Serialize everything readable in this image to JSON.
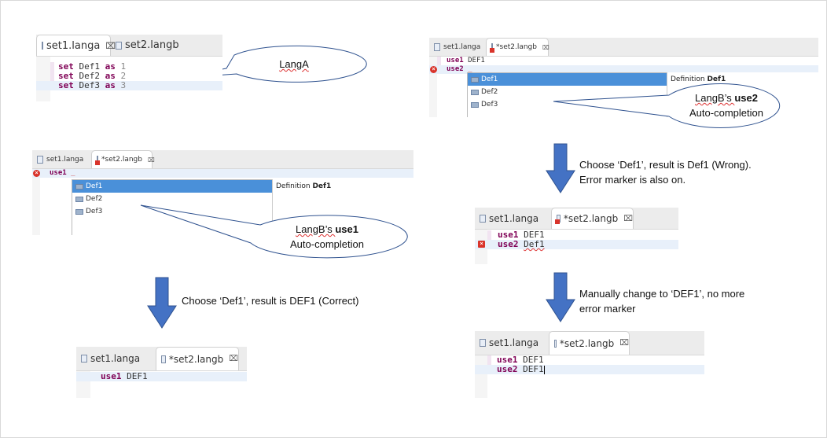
{
  "panels": [
    {
      "id": "langa-editor",
      "tabs": [
        {
          "label": "set1.langa",
          "active": true,
          "close": "⌧",
          "err": false
        },
        {
          "label": "set2.langb",
          "active": false,
          "err": false
        }
      ],
      "lines": [
        {
          "kw": "set",
          "name": "Def1",
          "kw2": "as",
          "num": "1"
        },
        {
          "kw": "set",
          "name": "Def2",
          "kw2": "as",
          "num": "2"
        },
        {
          "kw": "set",
          "name": "Def3",
          "kw2": "as",
          "num": "3",
          "hl": true
        }
      ]
    },
    {
      "id": "use2-completion-editor",
      "tabs": [
        {
          "label": "set1.langa",
          "active": false,
          "err": false
        },
        {
          "label": "*set2.langb",
          "active": true,
          "close": "⌧",
          "err": true
        }
      ],
      "lines": [
        {
          "kw": "use1",
          "name": "DEF1"
        },
        {
          "kw": "use2",
          "name": "_",
          "hl": true,
          "error": true
        }
      ],
      "popup": {
        "items": [
          "Def1",
          "Def2",
          "Def3"
        ],
        "selected": 0,
        "definition_label": "Definition",
        "definition_value": "Def1"
      }
    },
    {
      "id": "use1-completion-editor",
      "tabs": [
        {
          "label": "set1.langa",
          "active": false,
          "err": false
        },
        {
          "label": "*set2.langb",
          "active": true,
          "close": "⌧",
          "err": true
        }
      ],
      "lines": [
        {
          "kw": "use1",
          "name": "_",
          "hl": true,
          "error": true
        }
      ],
      "popup": {
        "items": [
          "Def1",
          "Def2",
          "Def3"
        ],
        "selected": 0,
        "definition_label": "Definition",
        "definition_value": "Def1"
      }
    },
    {
      "id": "use2-wrong-result-editor",
      "tabs": [
        {
          "label": "set1.langa",
          "active": false,
          "err": false
        },
        {
          "label": "*set2.langb",
          "active": true,
          "close": "⌧",
          "err": true
        }
      ],
      "lines": [
        {
          "kw": "use1",
          "name": "DEF1"
        },
        {
          "kw": "use2",
          "name": "Def1",
          "hl": true,
          "warn": true,
          "squig": true
        }
      ]
    },
    {
      "id": "use1-correct-result-editor",
      "tabs": [
        {
          "label": "set1.langa",
          "active": false,
          "err": false
        },
        {
          "label": "*set2.langb",
          "active": true,
          "close": "⌧",
          "err": false
        }
      ],
      "lines": [
        {
          "kw": "use1",
          "name": "DEF1",
          "hl": true
        }
      ]
    },
    {
      "id": "use2-fixed-result-editor",
      "tabs": [
        {
          "label": "set1.langa",
          "active": false,
          "err": false
        },
        {
          "label": "*set2.langb",
          "active": true,
          "close": "⌧",
          "err": false
        }
      ],
      "lines": [
        {
          "kw": "use1",
          "name": "DEF1"
        },
        {
          "kw": "use2",
          "name": "DEF1",
          "hl": true,
          "cursor": true
        }
      ]
    }
  ],
  "callouts": {
    "langa": "LangA",
    "use2_line1_pre": "LangB’s ",
    "use2_line1_bold": "use2",
    "use2_line2": "Auto-completion",
    "use1_line1_pre": "LangB’s ",
    "use1_line1_bold": "use1",
    "use1_line2": "Auto-completion"
  },
  "captions": {
    "use1_step": "Choose ‘Def1’, result is DEF1 (Correct)",
    "use2_step_line1": "Choose ‘Def1’, result is Def1 (Wrong).",
    "use2_step_line2": "Error marker is also on.",
    "use2_fix_line1": "Manually change to ‘DEF1’, no more",
    "use2_fix_line2": "error marker"
  },
  "colors": {
    "arrow": "#4472c4",
    "callout_stroke": "#2f528f",
    "selection": "#4a90d9",
    "keyword": "#7f0055"
  }
}
